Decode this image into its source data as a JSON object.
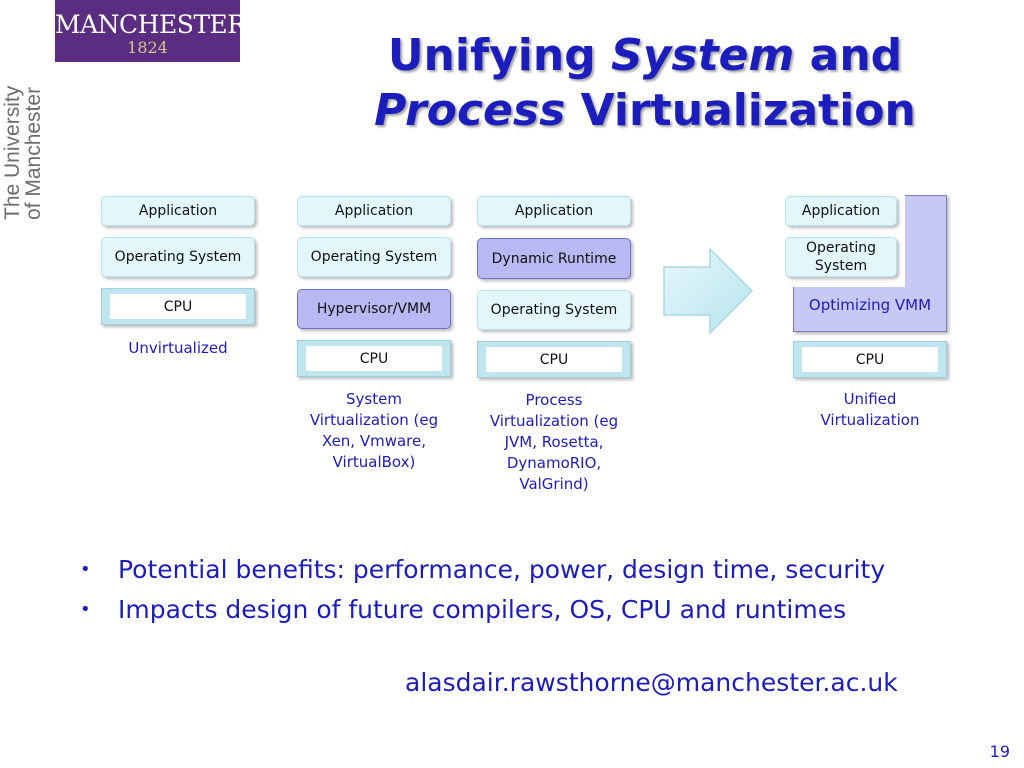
{
  "logo": {
    "name": "MANCHESTER",
    "year": "1824"
  },
  "university": {
    "line1": "The University",
    "line2": "of Manchester"
  },
  "title": {
    "line1_a": "Unifying ",
    "line1_b": "System",
    "line1_c": " and",
    "line2_a": "Process",
    "line2_b": " Virtualization"
  },
  "columns": {
    "unvirtualized": {
      "application": "Application",
      "os": "Operating System",
      "cpu": "CPU",
      "caption": "Unvirtualized"
    },
    "system": {
      "application": "Application",
      "os": "Operating System",
      "hypervisor": "Hypervisor/VMM",
      "cpu": "CPU",
      "caption": "System Virtualization (eg Xen, Vmware, VirtualBox)"
    },
    "process": {
      "application": "Application",
      "runtime": "Dynamic Runtime",
      "os": "Operating System",
      "cpu": "CPU",
      "caption": "Process Virtualization (eg JVM, Rosetta, DynamoRIO, ValGrind)"
    },
    "unified": {
      "application": "Application",
      "os": "Operating System",
      "vmm": "Optimizing VMM",
      "cpu": "CPU",
      "caption": "Unified Virtualization"
    }
  },
  "bullets": [
    "Potential benefits: performance, power, design time, security",
    "Impacts design of future compilers, OS, CPU and runtimes"
  ],
  "bullet_marker": "•",
  "email": "alasdair.rawsthorne@manchester.ac.uk",
  "page_number": "19",
  "colors": {
    "title": "#1c1dbd",
    "box_light": "#e3f7fb",
    "box_purple": "#b8b8f2",
    "brand": "#5b2d82"
  }
}
